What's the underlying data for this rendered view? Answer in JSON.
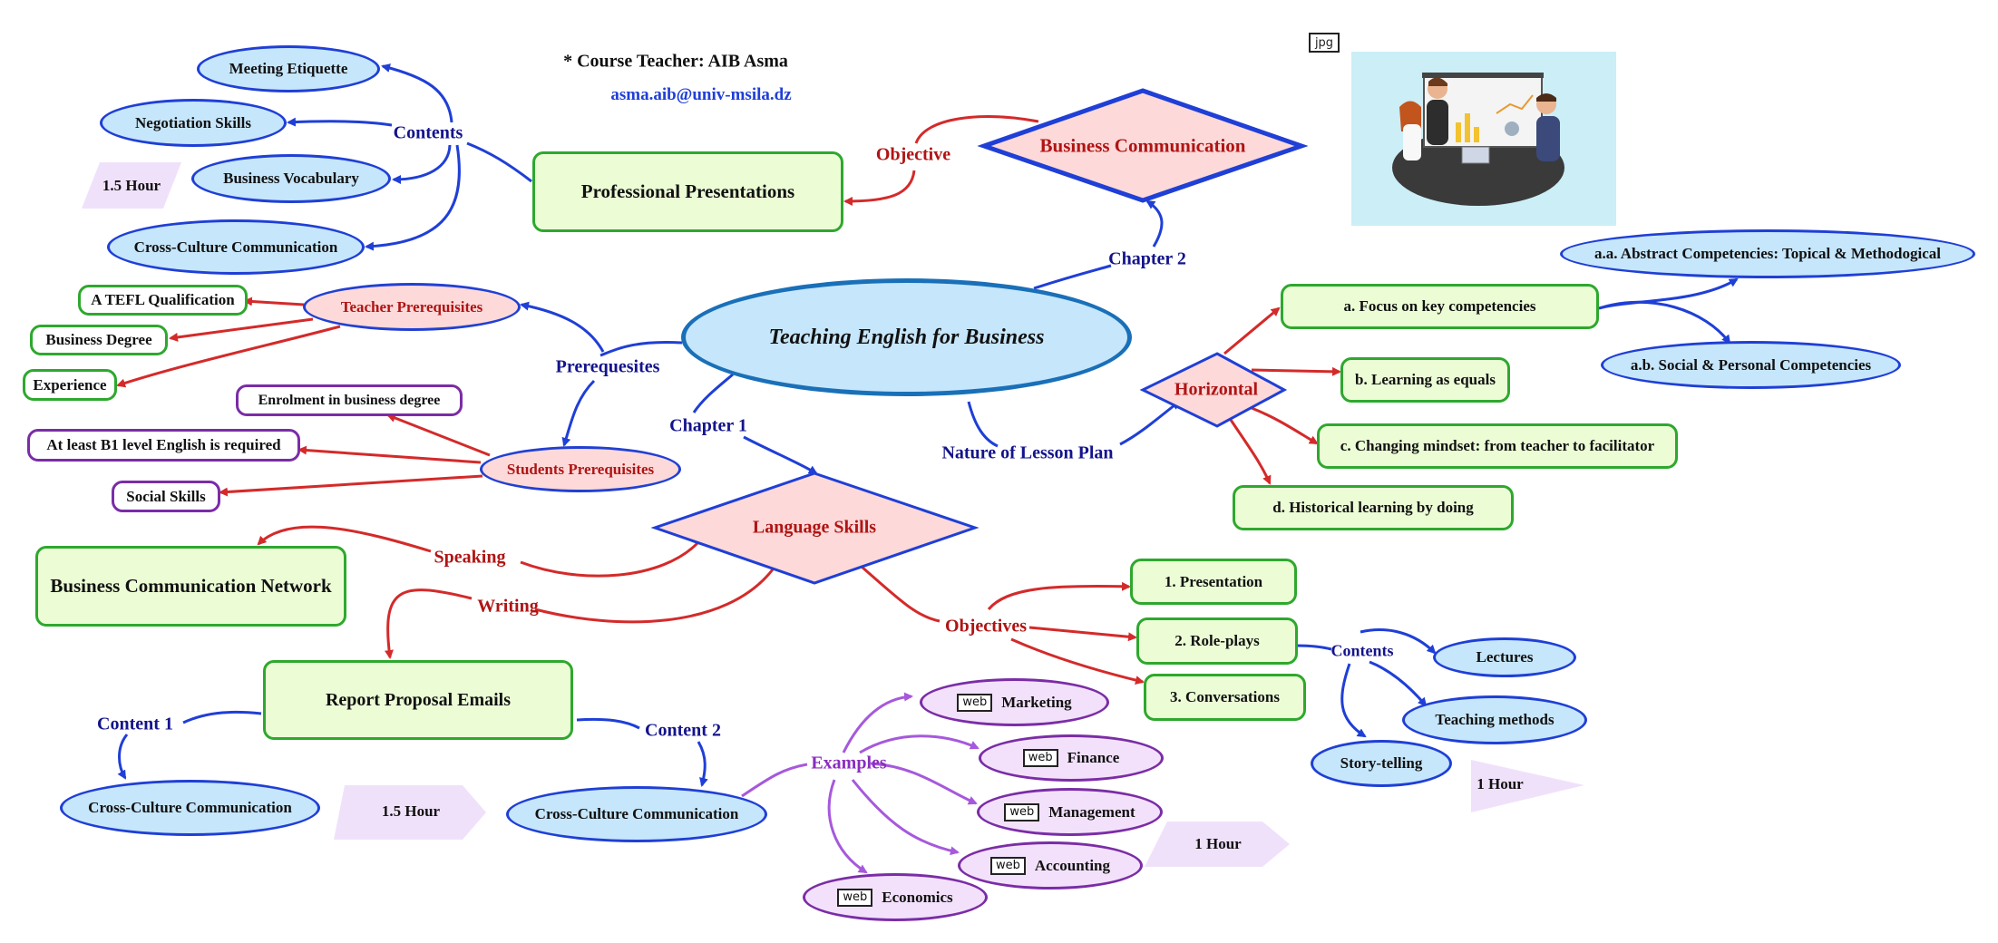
{
  "header": {
    "teacher": "* Course Teacher: AIB Asma",
    "email": "asma.aib@univ-msila.dz",
    "image_badge": "jpg"
  },
  "center": {
    "title": "Teaching English for Business"
  },
  "chapter2": {
    "label": "Chapter 2",
    "node": "Business Communication",
    "objective_label": "Objective",
    "presentations": "Professional Presentations",
    "contents_label": "Contents",
    "contents": [
      "Meeting Etiquette",
      "Negotiation Skills",
      "Business Vocabulary",
      "Cross-Culture Communication"
    ],
    "duration": "1.5 Hour"
  },
  "prerequisites": {
    "label": "Prerequesites",
    "teacher": "Teacher Prerequisites",
    "teacher_items": [
      "A TEFL Qualification",
      "Business Degree",
      "Experience"
    ],
    "students": "Students Prerequisites",
    "student_items": [
      "Enrolment in business degree",
      "At least B1 level English is required",
      "Social Skills"
    ]
  },
  "chapter1": {
    "label": "Chapter 1",
    "node": "Language Skills",
    "speaking_label": "Speaking",
    "speaking_node": "Business Communication Network",
    "writing_label": "Writing",
    "writing_node": "Report Proposal Emails",
    "content1_label": "Content 1",
    "content1_node": "Cross-Culture Communication",
    "content2_label": "Content 2",
    "content2_node": "Cross-Culture Communication",
    "writing_duration": "1.5 Hour",
    "examples_label": "Examples",
    "web_tag": "web",
    "examples": [
      "Marketing",
      "Finance",
      "Management",
      "Accounting",
      "Economics"
    ],
    "examples_duration": "1 Hour",
    "objectives_label": "Objectives",
    "objectives": [
      "1. Presentation",
      "2. Role-plays",
      "3. Conversations"
    ],
    "contents_label": "Contents",
    "contents": [
      "Lectures",
      "Teaching methods",
      "Story-telling"
    ],
    "objectives_duration": "1 Hour"
  },
  "lesson_plan": {
    "label": "Nature of Lesson Plan",
    "node": "Horizontal",
    "items": [
      "a. Focus on key competencies",
      "b. Learning as equals",
      "c. Changing mindset: from teacher to facilitator",
      "d. Historical learning by doing"
    ],
    "sub_items": [
      "a.a. Abstract Competencies: Topical & Methodogical",
      "a.b. Social & Personal Competencies"
    ]
  },
  "colors": {
    "blue_line": "#1f3fd6",
    "red_line": "#d42a2a",
    "purple_line": "#a659dc"
  }
}
